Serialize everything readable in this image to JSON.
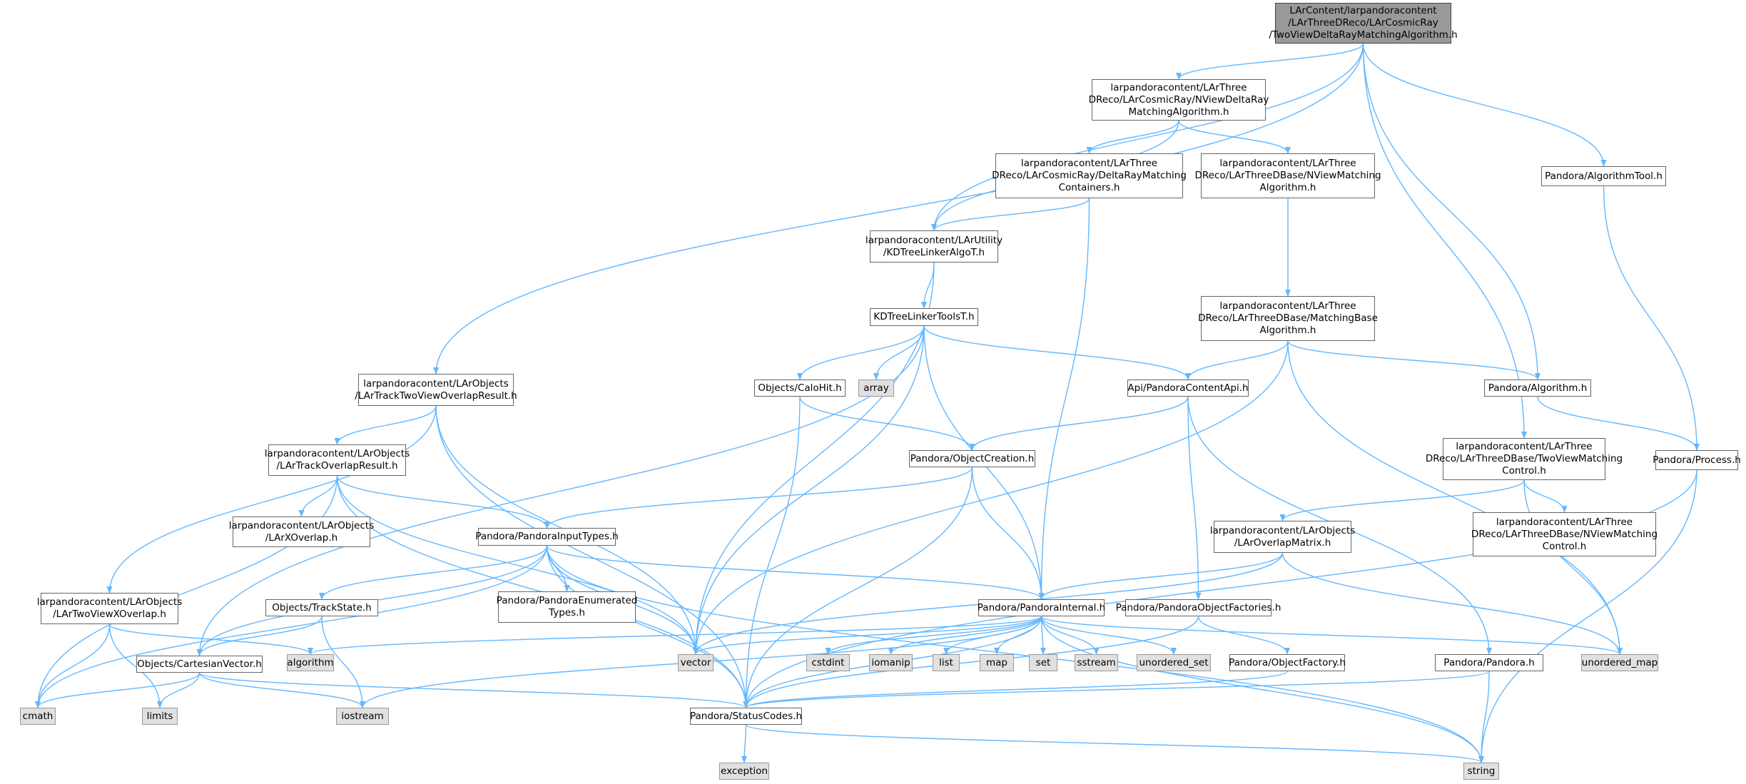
{
  "colors": {
    "edge": "#63b8ff",
    "box_border": "#666666",
    "system_fill": "#e0e0e0",
    "root_fill": "#999999"
  },
  "nodes": [
    {
      "id": "root",
      "kind": "root",
      "label": "LArContent/larpandoracontent\n/LArThreeDReco/LArCosmicRay\n/TwoViewDeltaRayMatchingAlgorithm.h"
    },
    {
      "id": "nviewdeltaray",
      "kind": "file",
      "label": "larpandoracontent/LArThree\nDReco/LArCosmicRay/NViewDeltaRay\nMatchingAlgorithm.h"
    },
    {
      "id": "deltaraycontainers",
      "kind": "file",
      "label": "larpandoracontent/LArThree\nDReco/LArCosmicRay/DeltaRayMatching\nContainers.h"
    },
    {
      "id": "nviewmatching",
      "kind": "file",
      "label": "larpandoracontent/LArThree\nDReco/LArThreeDBase/NViewMatching\nAlgorithm.h"
    },
    {
      "id": "algorithmtool",
      "kind": "file",
      "label": "Pandora/AlgorithmTool.h"
    },
    {
      "id": "kdtreelinkeralgo",
      "kind": "file",
      "label": "larpandoracontent/LArUtility\n/KDTreeLinkerAlgoT.h"
    },
    {
      "id": "kdtreelinkertools",
      "kind": "file",
      "label": "KDTreeLinkerToolsT.h"
    },
    {
      "id": "matchingbase",
      "kind": "file",
      "label": "larpandoracontent/LArThree\nDReco/LArThreeDBase/MatchingBase\nAlgorithm.h"
    },
    {
      "id": "tracktwoview",
      "kind": "file",
      "label": "larpandoracontent/LArObjects\n/LArTrackTwoViewOverlapResult.h"
    },
    {
      "id": "calohit",
      "kind": "file",
      "label": "Objects/CaloHit.h"
    },
    {
      "id": "array",
      "kind": "system",
      "label": "array"
    },
    {
      "id": "contentapi",
      "kind": "file",
      "label": "Api/PandoraContentApi.h"
    },
    {
      "id": "algorithm",
      "kind": "file",
      "label": "Pandora/Algorithm.h"
    },
    {
      "id": "process",
      "kind": "file",
      "label": "Pandora/Process.h"
    },
    {
      "id": "trackoverlap",
      "kind": "file",
      "label": "larpandoracontent/LArObjects\n/LArTrackOverlapResult.h"
    },
    {
      "id": "objectcreation",
      "kind": "file",
      "label": "Pandora/ObjectCreation.h"
    },
    {
      "id": "twoviewcontrol",
      "kind": "file",
      "label": "larpandoracontent/LArThree\nDReco/LArThreeDBase/TwoViewMatching\nControl.h"
    },
    {
      "id": "xoverlap",
      "kind": "file",
      "label": "larpandoracontent/LArObjects\n/LArXOverlap.h"
    },
    {
      "id": "inputtypes",
      "kind": "file",
      "label": "Pandora/PandoraInputTypes.h"
    },
    {
      "id": "overlapmatrix",
      "kind": "file",
      "label": "larpandoracontent/LArObjects\n/LArOverlapMatrix.h"
    },
    {
      "id": "nviewcontrol",
      "kind": "file",
      "label": "larpandoracontent/LArThree\nDReco/LArThreeDBase/NViewMatching\nControl.h"
    },
    {
      "id": "twoviewxoverlap",
      "kind": "file",
      "label": "larpandoracontent/LArObjects\n/LArTwoViewXOverlap.h"
    },
    {
      "id": "trackstate",
      "kind": "file",
      "label": "Objects/TrackState.h"
    },
    {
      "id": "enumerated",
      "kind": "file",
      "label": "Pandora/PandoraEnumerated\nTypes.h"
    },
    {
      "id": "internal",
      "kind": "file",
      "label": "Pandora/PandoraInternal.h"
    },
    {
      "id": "objectfactories",
      "kind": "file",
      "label": "Pandora/PandoraObjectFactories.h"
    },
    {
      "id": "algorithmstd",
      "kind": "system",
      "label": "algorithm"
    },
    {
      "id": "cartesian",
      "kind": "file",
      "label": "Objects/CartesianVector.h"
    },
    {
      "id": "vector",
      "kind": "system",
      "label": "vector"
    },
    {
      "id": "cstdint",
      "kind": "system",
      "label": "cstdint"
    },
    {
      "id": "iomanip",
      "kind": "system",
      "label": "iomanip"
    },
    {
      "id": "list",
      "kind": "system",
      "label": "list"
    },
    {
      "id": "map",
      "kind": "system",
      "label": "map"
    },
    {
      "id": "set",
      "kind": "system",
      "label": "set"
    },
    {
      "id": "sstream",
      "kind": "system",
      "label": "sstream"
    },
    {
      "id": "unordered_set",
      "kind": "system",
      "label": "unordered_set"
    },
    {
      "id": "objectfactory",
      "kind": "file",
      "label": "Pandora/ObjectFactory.h"
    },
    {
      "id": "pandora",
      "kind": "file",
      "label": "Pandora/Pandora.h"
    },
    {
      "id": "unordered_map",
      "kind": "system",
      "label": "unordered_map"
    },
    {
      "id": "cmath",
      "kind": "system",
      "label": "cmath"
    },
    {
      "id": "limits",
      "kind": "system",
      "label": "limits"
    },
    {
      "id": "iostream",
      "kind": "system",
      "label": "iostream"
    },
    {
      "id": "statuscodes",
      "kind": "file",
      "label": "Pandora/StatusCodes.h"
    },
    {
      "id": "exception",
      "kind": "system",
      "label": "exception"
    },
    {
      "id": "string",
      "kind": "system",
      "label": "string"
    }
  ],
  "edges": [
    [
      "root",
      "nviewdeltaray"
    ],
    [
      "root",
      "kdtreelinkeralgo"
    ],
    [
      "root",
      "tracktwoview"
    ],
    [
      "root",
      "algorithm"
    ],
    [
      "root",
      "algorithmtool"
    ],
    [
      "root",
      "twoviewcontrol"
    ],
    [
      "nviewdeltaray",
      "deltaraycontainers"
    ],
    [
      "nviewdeltaray",
      "nviewmatching"
    ],
    [
      "nviewdeltaray",
      "kdtreelinkeralgo"
    ],
    [
      "deltaraycontainers",
      "kdtreelinkeralgo"
    ],
    [
      "deltaraycontainers",
      "internal"
    ],
    [
      "nviewmatching",
      "matchingbase"
    ],
    [
      "algorithmtool",
      "process"
    ],
    [
      "kdtreelinkeralgo",
      "kdtreelinkertools"
    ],
    [
      "kdtreelinkeralgo",
      "vector"
    ],
    [
      "kdtreelinkertools",
      "calohit"
    ],
    [
      "kdtreelinkertools",
      "array"
    ],
    [
      "kdtreelinkertools",
      "contentapi"
    ],
    [
      "kdtreelinkertools",
      "cartesian"
    ],
    [
      "kdtreelinkertools",
      "vector"
    ],
    [
      "kdtreelinkertools",
      "internal"
    ],
    [
      "matchingbase",
      "contentapi"
    ],
    [
      "matchingbase",
      "algorithm"
    ],
    [
      "matchingbase",
      "vector"
    ],
    [
      "matchingbase",
      "unordered_map"
    ],
    [
      "tracktwoview",
      "trackoverlap"
    ],
    [
      "tracktwoview",
      "twoviewxoverlap"
    ],
    [
      "tracktwoview",
      "vector"
    ],
    [
      "tracktwoview",
      "statuscodes"
    ],
    [
      "calohit",
      "objectcreation"
    ],
    [
      "calohit",
      "statuscodes"
    ],
    [
      "contentapi",
      "objectcreation"
    ],
    [
      "contentapi",
      "objectfactories"
    ],
    [
      "contentapi",
      "pandora"
    ],
    [
      "algorithm",
      "process"
    ],
    [
      "process",
      "statuscodes"
    ],
    [
      "process",
      "string"
    ],
    [
      "trackoverlap",
      "xoverlap"
    ],
    [
      "trackoverlap",
      "inputtypes"
    ],
    [
      "trackoverlap",
      "cmath"
    ],
    [
      "trackoverlap",
      "vector"
    ],
    [
      "trackoverlap",
      "statuscodes"
    ],
    [
      "objectcreation",
      "inputtypes"
    ],
    [
      "objectcreation",
      "internal"
    ],
    [
      "objectcreation",
      "statuscodes"
    ],
    [
      "twoviewcontrol",
      "overlapmatrix"
    ],
    [
      "twoviewcontrol",
      "nviewcontrol"
    ],
    [
      "twoviewcontrol",
      "unordered_map"
    ],
    [
      "inputtypes",
      "trackstate"
    ],
    [
      "inputtypes",
      "enumerated"
    ],
    [
      "inputtypes",
      "internal"
    ],
    [
      "inputtypes",
      "cartesian"
    ],
    [
      "inputtypes",
      "cmath"
    ],
    [
      "inputtypes",
      "vector"
    ],
    [
      "inputtypes",
      "statuscodes"
    ],
    [
      "inputtypes",
      "string"
    ],
    [
      "overlapmatrix",
      "internal"
    ],
    [
      "overlapmatrix",
      "vector"
    ],
    [
      "overlapmatrix",
      "unordered_map"
    ],
    [
      "twoviewxoverlap",
      "cmath"
    ],
    [
      "twoviewxoverlap",
      "limits"
    ],
    [
      "twoviewxoverlap",
      "algorithmstd"
    ],
    [
      "trackstate",
      "cartesian"
    ],
    [
      "trackstate",
      "iostream"
    ],
    [
      "internal",
      "algorithmstd"
    ],
    [
      "internal",
      "vector"
    ],
    [
      "internal",
      "cstdint"
    ],
    [
      "internal",
      "iomanip"
    ],
    [
      "internal",
      "list"
    ],
    [
      "internal",
      "map"
    ],
    [
      "internal",
      "set"
    ],
    [
      "internal",
      "sstream"
    ],
    [
      "internal",
      "unordered_set"
    ],
    [
      "internal",
      "unordered_map"
    ],
    [
      "internal",
      "iostream"
    ],
    [
      "internal",
      "statuscodes"
    ],
    [
      "internal",
      "string"
    ],
    [
      "objectfactories",
      "objectfactory"
    ],
    [
      "objectfactories",
      "statuscodes"
    ],
    [
      "cartesian",
      "cmath"
    ],
    [
      "cartesian",
      "limits"
    ],
    [
      "cartesian",
      "iostream"
    ],
    [
      "cartesian",
      "statuscodes"
    ],
    [
      "objectfactory",
      "statuscodes"
    ],
    [
      "pandora",
      "statuscodes"
    ],
    [
      "pandora",
      "string"
    ],
    [
      "statuscodes",
      "exception"
    ],
    [
      "statuscodes",
      "string"
    ]
  ]
}
